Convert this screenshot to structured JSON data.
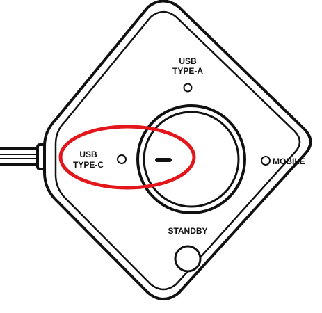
{
  "labels": {
    "usb_type_a_line1": "USB",
    "usb_type_a_line2": "TYPE-A",
    "usb_type_c_line1": "USB",
    "usb_type_c_line2": "TYPE-C",
    "mobile": "MOBILE",
    "standby": "STANDBY"
  },
  "indicators": [
    {
      "name": "usb-type-a-indicator",
      "state": "off"
    },
    {
      "name": "usb-type-c-indicator",
      "state": "off"
    },
    {
      "name": "mobile-indicator",
      "state": "off"
    }
  ],
  "highlight": {
    "target": "usb-type-c",
    "color": "#e3161b"
  },
  "colors": {
    "outline": "#111111",
    "background": "#ffffff",
    "highlight": "#e3161b"
  },
  "icons": {
    "center_knob": "power-dial-icon",
    "standby_button": "standby-button-icon",
    "cable": "usb-cable-icon"
  }
}
